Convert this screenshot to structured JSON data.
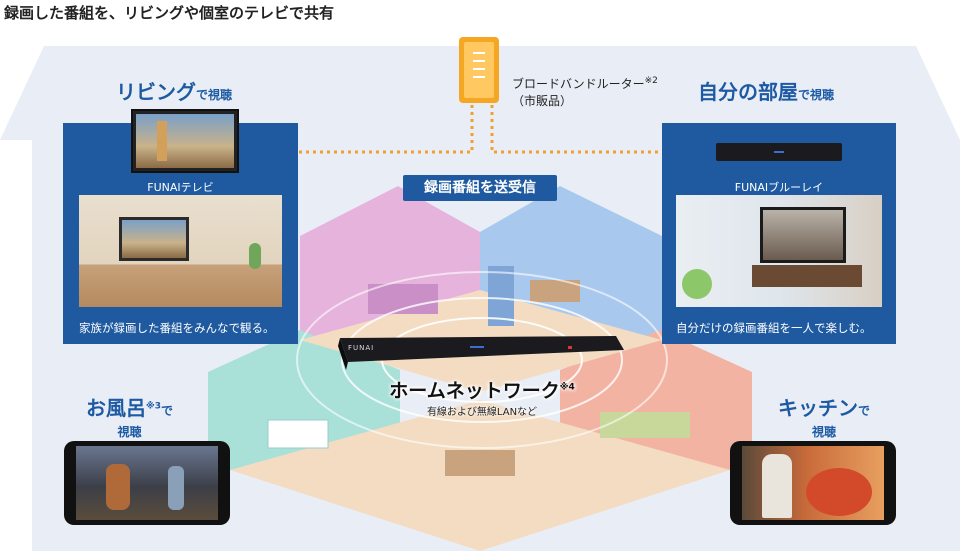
{
  "heading": "録画した番組を、リビングや個室のテレビで共有",
  "router": {
    "label": "ブロードバンドルーター",
    "note_mark": "※2",
    "sub": "（市販品）"
  },
  "transfer_badge": "録画番組を送受信",
  "living": {
    "title_main": "リビング",
    "title_suffix": "で視聴",
    "device_caption": "FUNAIテレビ",
    "description": "家族が録画した番組をみんなで観る。"
  },
  "bedroom": {
    "title_main": "自分の部屋",
    "title_suffix": "で視聴",
    "device_caption": "FUNAIブルーレイ",
    "description": "自分だけの録画番組を一人で楽しむ。"
  },
  "bath": {
    "title_main": "お風呂",
    "note_mark": "※3",
    "title_suffix": "で",
    "title_line2": "視聴"
  },
  "kitchen": {
    "title_main": "キッチン",
    "title_suffix": "で",
    "title_line2": "視聴"
  },
  "home_network": {
    "title": "ホームネットワーク",
    "note_mark": "※4",
    "sub": "有線および無線LANなど"
  },
  "recorder_brand": "FUNAI",
  "colors": {
    "panel_blue": "#1f5aa0",
    "house_bg": "#e9eef6",
    "router_orange": "#f5a623",
    "arrow_orange": "#f0a030",
    "room_pink": "#e6b3dc",
    "room_blue": "#a9c8ee",
    "room_teal": "#a9e0d8",
    "room_salmon": "#f3b3a3",
    "floor": "#f3dcc2"
  }
}
